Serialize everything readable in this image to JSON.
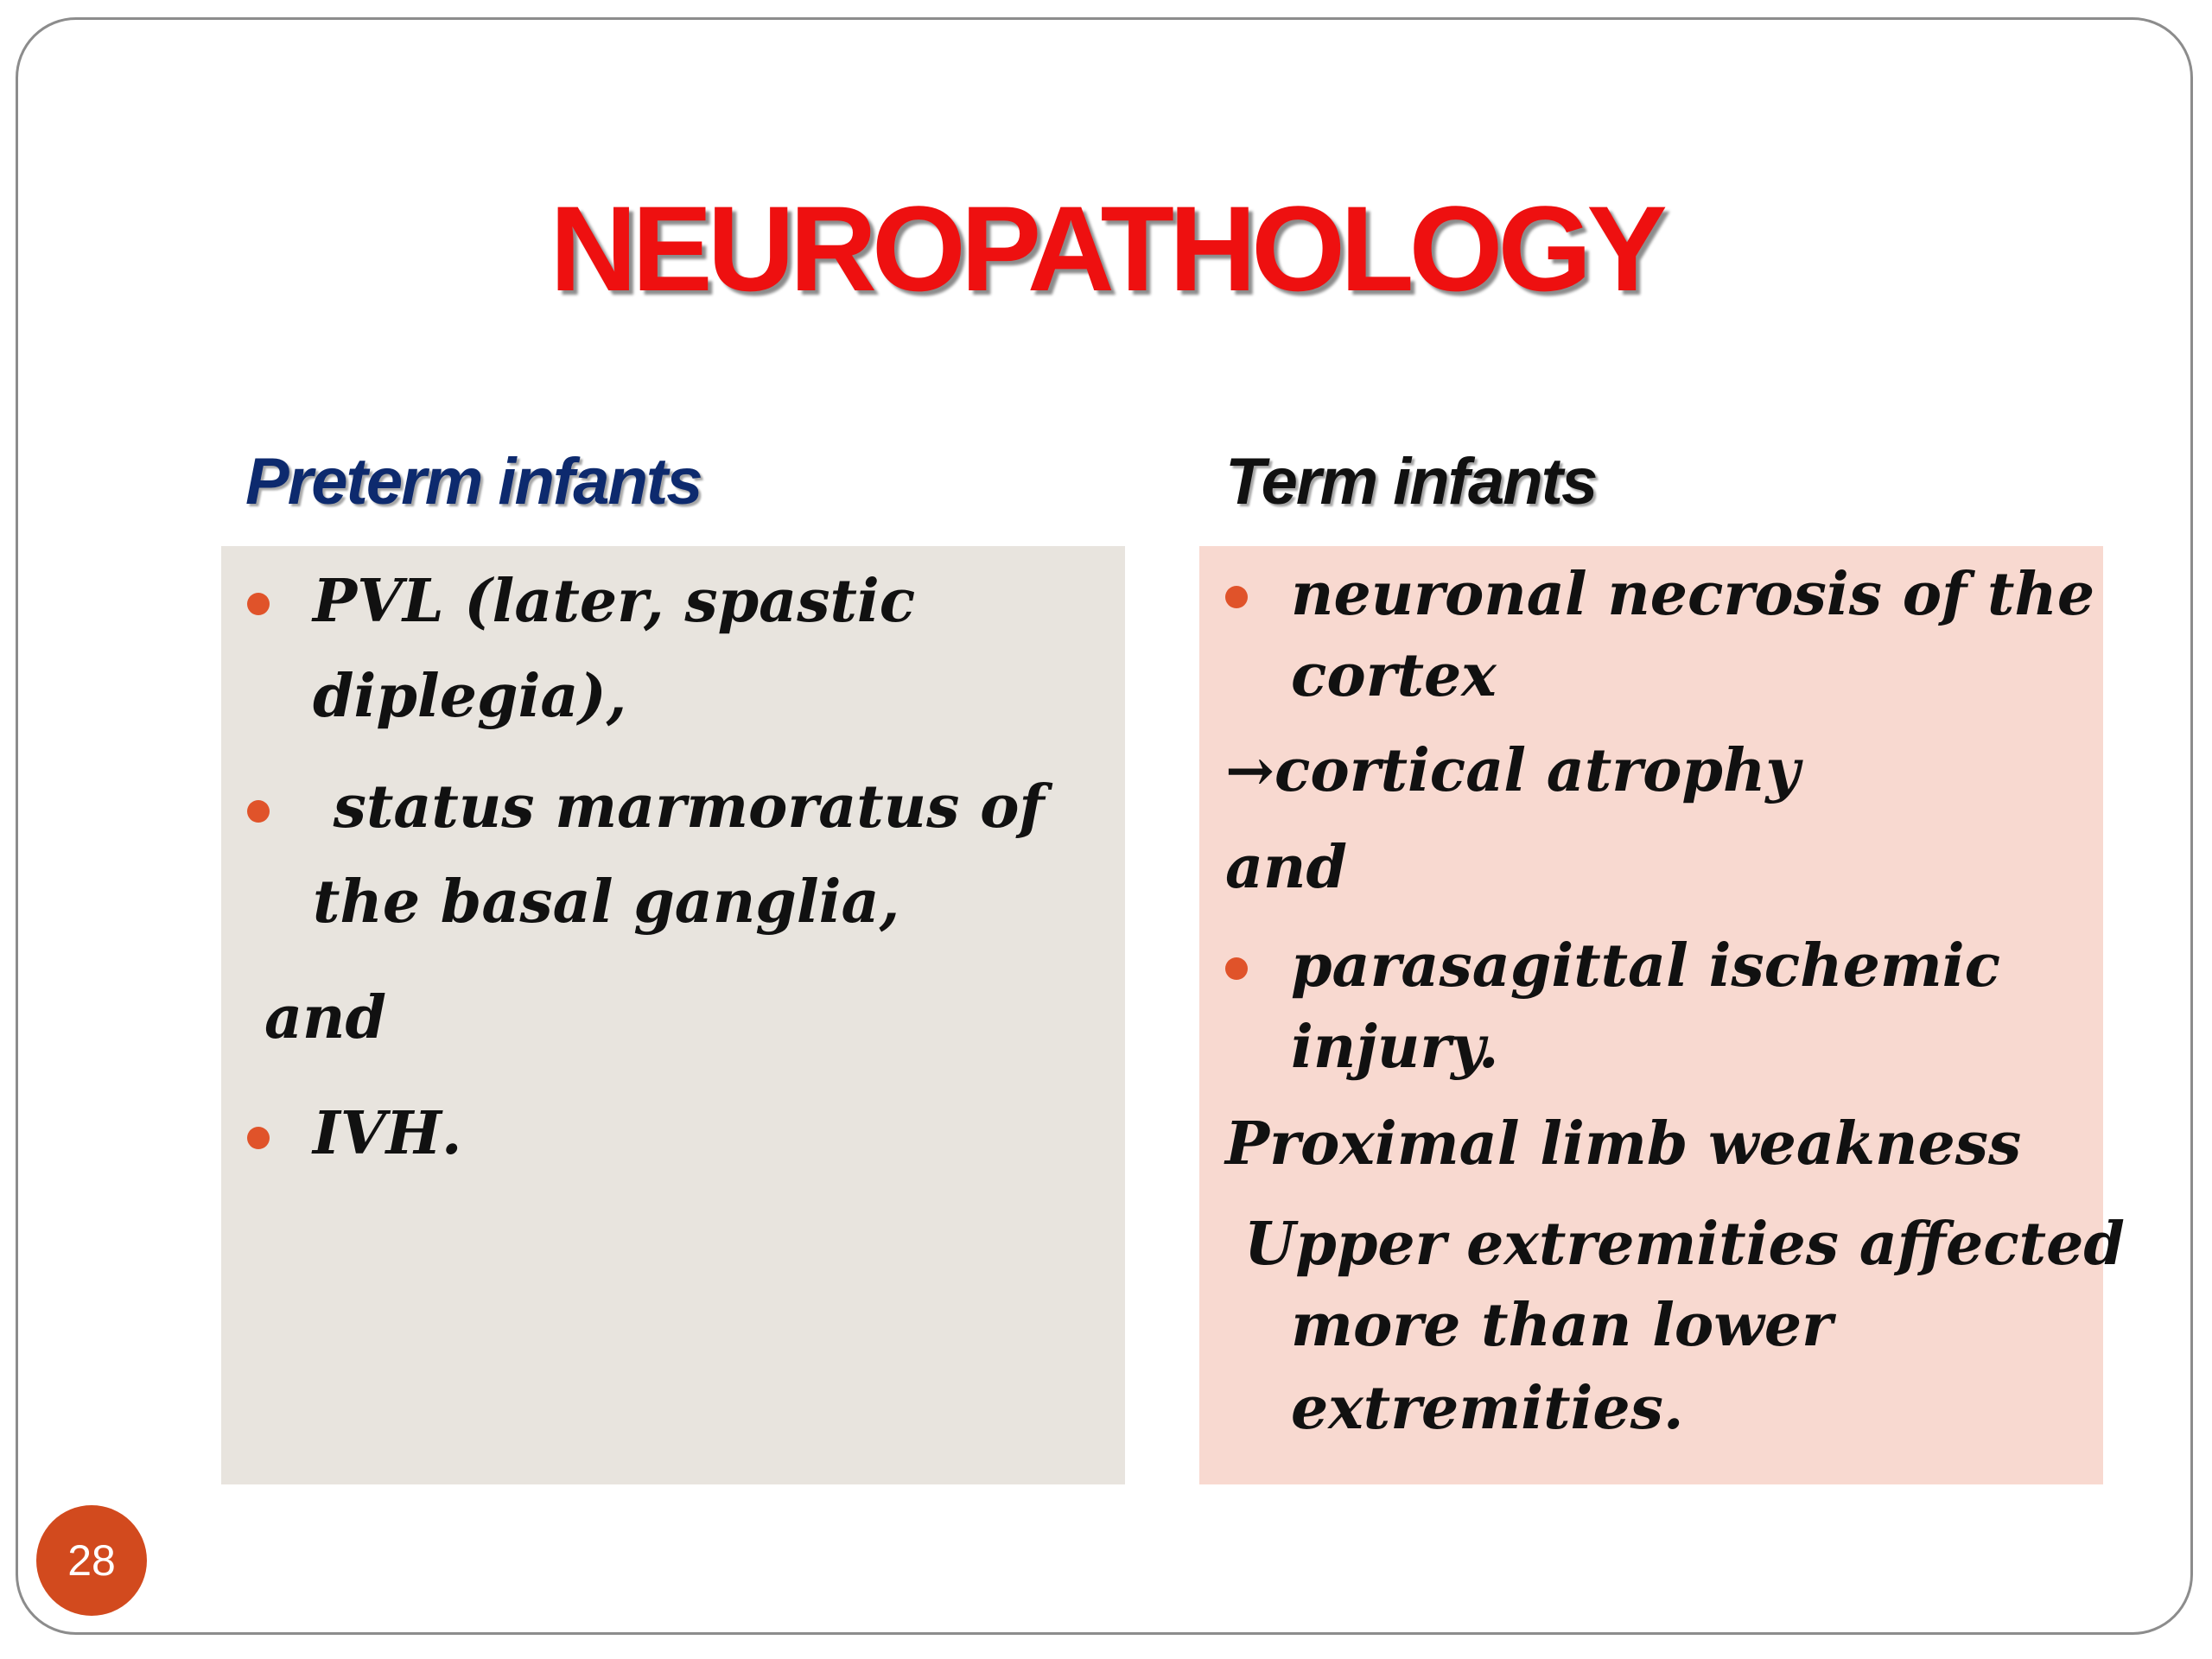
{
  "slide": {
    "title": "NEUROPATHOLOGY",
    "page_number": "28",
    "colors": {
      "title": "#ee1010",
      "left_heading": "#0d2a6e",
      "left_panel": "#e8e4de",
      "right_panel": "#f8d9d0",
      "bullet": "#e0532a",
      "page_badge": "#d24a1e"
    }
  },
  "preterm": {
    "heading": "Preterm infants",
    "lines": [
      "PVL (later, spastic",
      "diplegia),",
      " status marmoratus of",
      "the basal ganglia,",
      "and",
      "IVH."
    ]
  },
  "term": {
    "heading": "Term infants",
    "lines": [
      "neuronal necrosis of the",
      "cortex",
      "→cortical atrophy",
      "and",
      "parasagittal ischemic",
      "injury.",
      "Proximal limb weakness",
      "Upper extremities affected",
      "more than lower",
      "extremities."
    ]
  }
}
